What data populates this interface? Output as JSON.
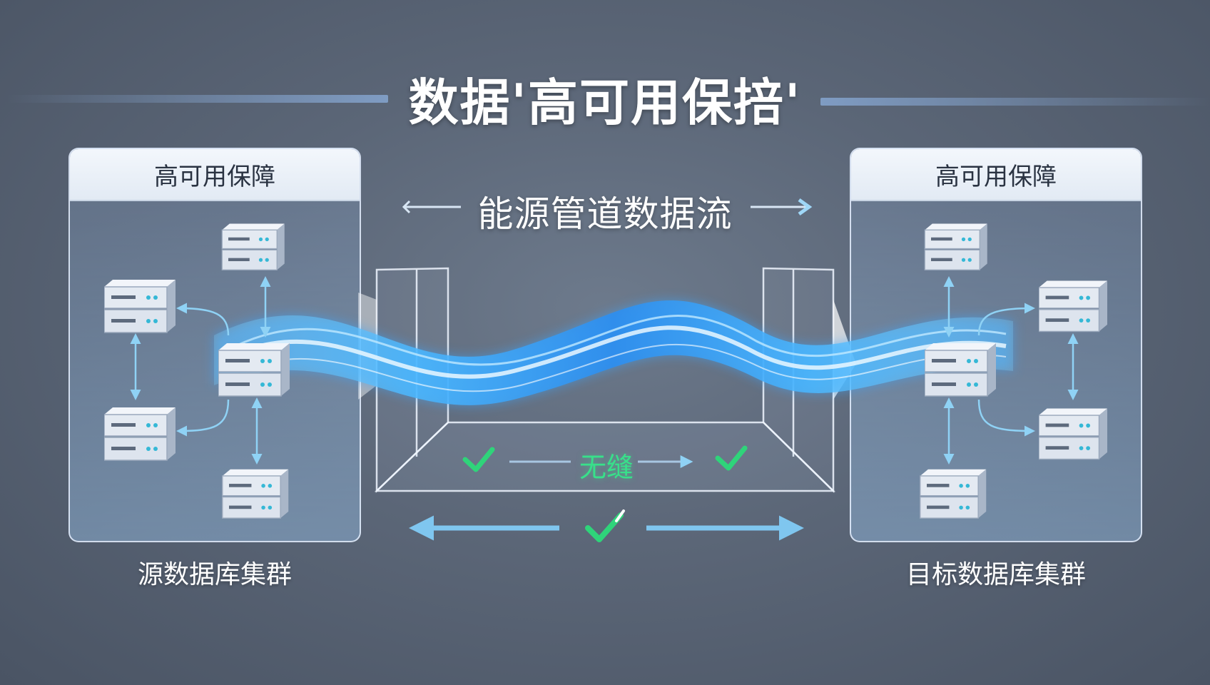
{
  "title": "数据'高可用保掊'",
  "flow_label": "能源管道数据流",
  "seamless_label": "无缝",
  "source": {
    "header": "高可用保障",
    "caption": "源数据库集群"
  },
  "target": {
    "header": "高可用保障",
    "caption": "目标数据库集群"
  },
  "colors": {
    "flow": "#3fb4ff",
    "check": "#2fd47a",
    "arrow": "#7ec8f0",
    "panel_header": "#eef3f9"
  },
  "icons": [
    "server-icon",
    "check-icon",
    "arrow-right-icon",
    "arrow-left-icon",
    "data-stream-wave"
  ]
}
